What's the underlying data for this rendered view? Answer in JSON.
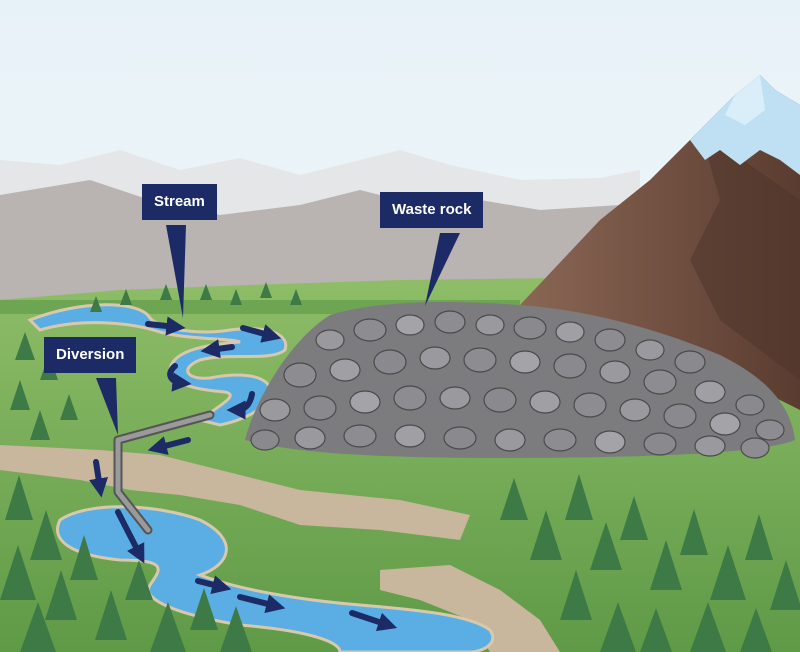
{
  "labels": {
    "stream": "Stream",
    "waste_rock": "Waste rock",
    "diversion": "Diversion"
  },
  "colors": {
    "sky": "#e9f2f7",
    "far_mountains": "#b9b3b1",
    "grass": "#7fb05a",
    "water": "#5aaee3",
    "arrow": "#1c2a66",
    "label_bg": "#1c2a66",
    "label_text": "#ffffff",
    "mountain": "#6b4a3c",
    "snow": "#bfe0f2",
    "rock": "#7c7c7f",
    "pipe": "#777777",
    "tree": "#3e7a45",
    "trench": "#c8b79c"
  }
}
